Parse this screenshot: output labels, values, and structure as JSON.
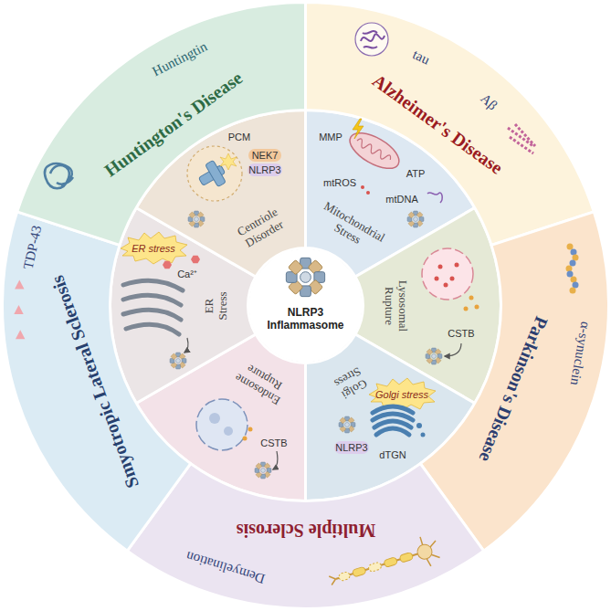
{
  "diagram": {
    "nodes": [
      {
        "text": [
          "NLRP3 Inflammasome"
        ]
      },
      {
        "text": [
          "Mitochondrial Stress",
          "MMP",
          "ATP",
          "mtROS",
          "mtDNA"
        ]
      },
      {
        "text": [
          "Lysosomal Rupture",
          "CSTB"
        ]
      },
      {
        "text": [
          "Golgi Stress",
          "Golgi stress",
          "NLRP3",
          "dTGN"
        ]
      },
      {
        "text": [
          "Endosome Rupture",
          "CSTB"
        ]
      },
      {
        "text": [
          "ER Stress",
          "ER stress",
          "Ca²⁺"
        ]
      },
      {
        "text": [
          "Centriole Disorder",
          "PCM",
          "NEK7",
          "NLRP3"
        ]
      },
      {
        "text": [
          "Alzheimer's Disease",
          "tau",
          "Aβ"
        ]
      },
      {
        "text": [
          "Parkinson's Disease",
          "α-synuclein"
        ]
      },
      {
        "text": [
          "Multiple Sclerosis",
          "Demyelination"
        ]
      },
      {
        "text": [
          "Smyotropic Lateral Sclerosis",
          "TDP-43"
        ]
      },
      {
        "text": [
          "Huntington's Disease",
          "Huntingtin"
        ]
      }
    ]
  }
}
